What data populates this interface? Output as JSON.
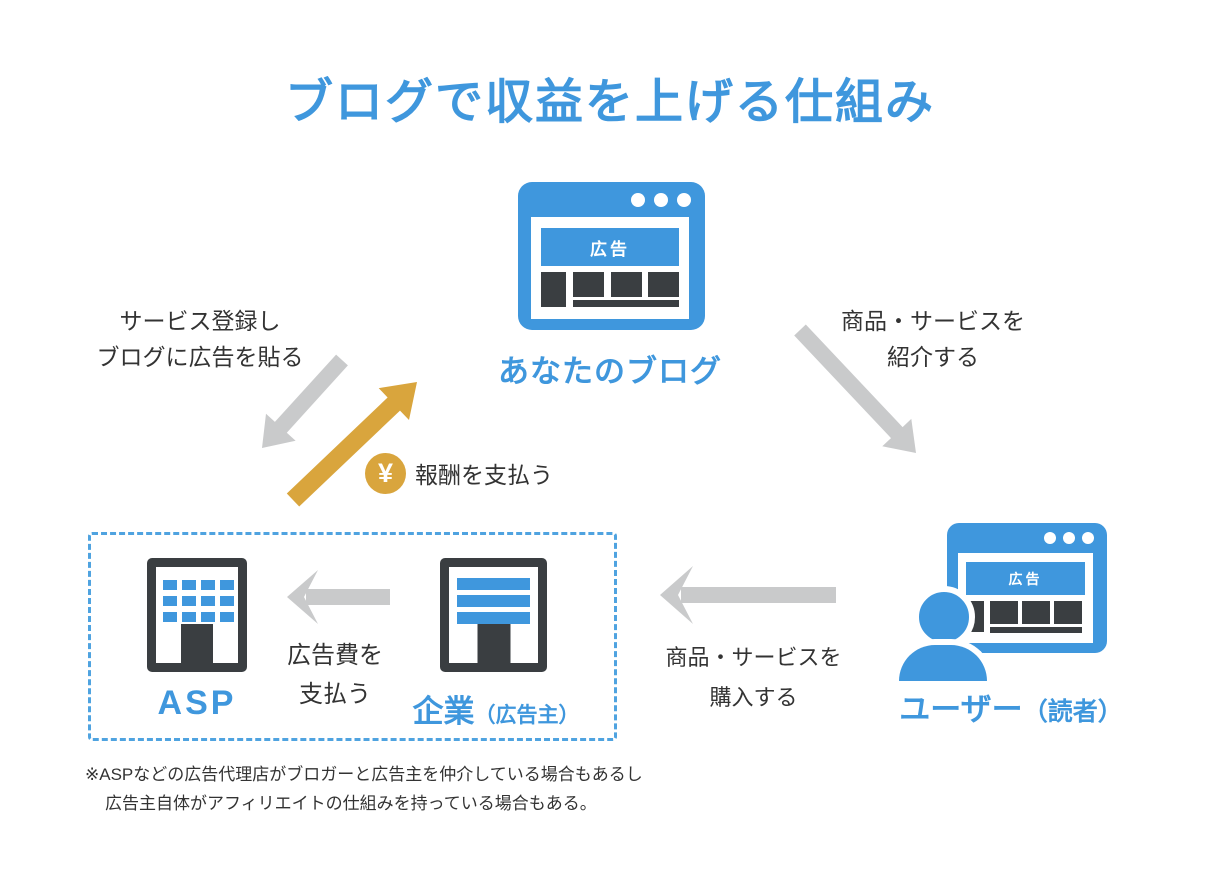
{
  "title": "ブログで収益を上げる仕組み",
  "nodes": {
    "blog": {
      "label": "あなたのブログ",
      "ad_badge": "広告"
    },
    "asp": {
      "label": "ASP"
    },
    "company": {
      "label": "企業",
      "sublabel": "（広告主）"
    },
    "user": {
      "label": "ユーザー",
      "sublabel": "（読者）",
      "ad_badge": "広告"
    }
  },
  "edges": {
    "register": {
      "line1": "サービス登録し",
      "line2": "ブログに広告を貼る"
    },
    "reward": {
      "yen_symbol": "¥",
      "label": "報酬を支払う"
    },
    "introduce": {
      "line1": "商品・サービスを",
      "line2": "紹介する"
    },
    "ad_fee": {
      "line1": "広告費を",
      "line2": "支払う"
    },
    "purchase": {
      "line1": "商品・サービスを",
      "line2": "購入する"
    }
  },
  "footnote": {
    "line1": "※ASPなどの広告代理店がブロガーと広告主を仲介している場合もあるし",
    "line2": "広告主自体がアフィリエイトの仕組みを持っている場合もある。"
  },
  "colors": {
    "blue": "#3F97DD",
    "dark_gray": "#3A3E41",
    "arrow_gray": "#C9CACB",
    "gold": "#D9A53D",
    "text": "#333333",
    "dashed_border": "#4FA3E0"
  }
}
